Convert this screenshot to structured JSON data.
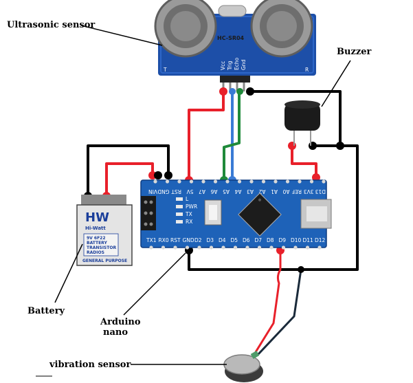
{
  "labels": {
    "ultrasonic": "Ultrasonic sensor",
    "buzzer": "Buzzer",
    "battery": "Battery",
    "arduino_line1": "Arduino",
    "arduino_line2": "nano",
    "vibration": "vibration sensor"
  },
  "ultrasonic": {
    "model": "HC-SR04",
    "pins": [
      "Vcc",
      "Trig",
      "Echo",
      "Gnd"
    ],
    "corner_left": "T",
    "corner_right": "R"
  },
  "battery": {
    "brand_logo": "HW",
    "brand_name": "Hi-Watt",
    "label_lines": [
      "9V 6F22",
      "BATTERY",
      "TRANSISTOR",
      "RADIOS"
    ],
    "footer": "GENERAL PURPOSE"
  },
  "nano": {
    "top_pins": [
      "VIN",
      "GND",
      "RST",
      "5V",
      "A7",
      "A6",
      "A5",
      "A4",
      "A3",
      "A2",
      "A1",
      "A0",
      "REF",
      "3V3",
      "D13"
    ],
    "bottom_pins": [
      "TX1",
      "RX0",
      "RST",
      "GND",
      "D2",
      "D3",
      "D4",
      "D5",
      "D6",
      "D7",
      "D8",
      "D9",
      "D10",
      "D11",
      "D12"
    ],
    "leds": [
      "L",
      "PWR",
      "TX",
      "RX"
    ]
  },
  "colors": {
    "wire_red": "#e8202a",
    "wire_black": "#000000",
    "wire_blue": "#3a7bd5",
    "wire_green": "#1f8a3a",
    "board_blue": "#1e62b8",
    "sensor_blue": "#1d4fa8"
  }
}
